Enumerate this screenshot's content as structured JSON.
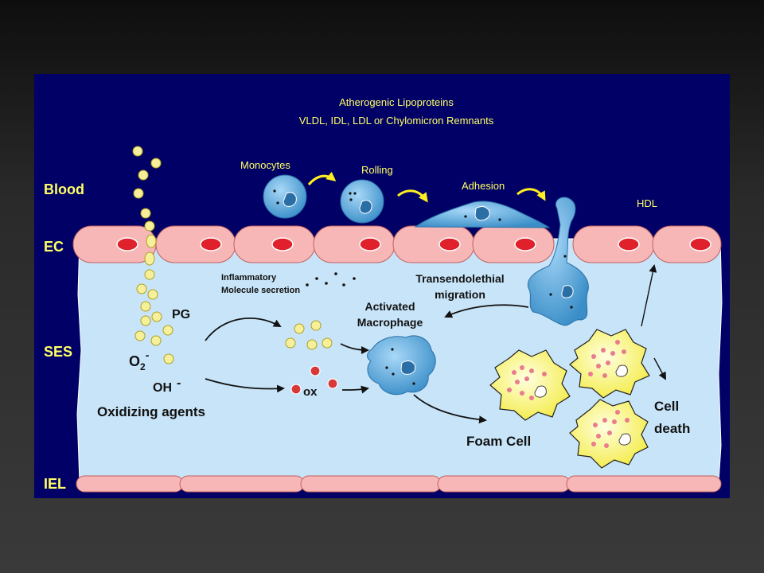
{
  "colors": {
    "panel": "#000066",
    "lumen_fill": "#c8e4f8",
    "cell_fill": "#f7b7b7",
    "nucleus": "#e0202a",
    "lipoprotein": "#f6f09a",
    "ox_particle": "#d83838",
    "monocyte": "#4a9ed8",
    "foam_cell": "#f7f060",
    "label_white": "#ffffff",
    "label_yellow": "#ffff66",
    "arrow_yellow": "#ffee22"
  },
  "labels": {
    "title_line1": "Atherogenic Lipoproteins",
    "title_line2": "VLDL, IDL, LDL or Chylomicron Remnants",
    "blood": "Blood",
    "ec": "EC",
    "ses": "SES",
    "iel": "IEL",
    "monocytes": "Monocytes",
    "rolling": "Rolling",
    "adhesion": "Adhesion",
    "hdl": "HDL",
    "inflammatory_line1": "Inflammatory",
    "inflammatory_line2": "Molecule secretion",
    "transendothelial_line1": "Transendolethial",
    "transendothelial_line2": "migration",
    "pg": "PG",
    "o2": "O",
    "o2_sub": "2",
    "o2_sup": "-",
    "oh": "OH",
    "oh_sup": "-",
    "oxidizing": "Oxidizing agents",
    "ox": "ox",
    "activated_line1": "Activated",
    "activated_line2": "Macrophage",
    "foam_cell": "Foam Cell",
    "cell_death_line1": "Cell",
    "cell_death_line2": "death"
  }
}
